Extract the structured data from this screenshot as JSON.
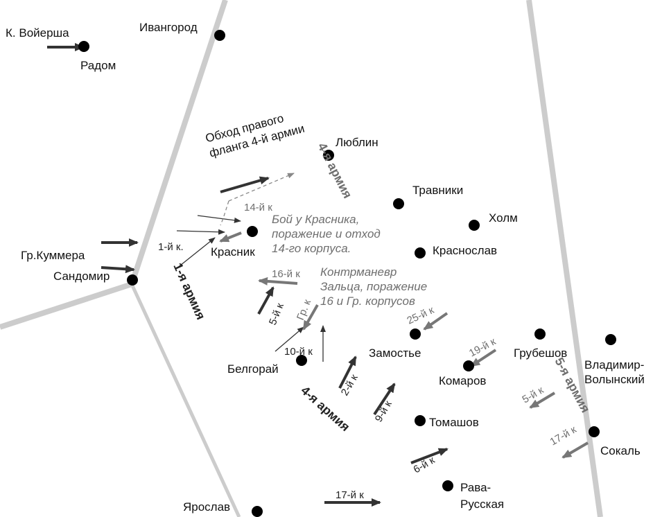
{
  "colors": {
    "border": "#cccccc",
    "russian": "#333333",
    "austrian": "#777777",
    "grey_text": "#6e6e6e",
    "city": "#000000"
  },
  "cities": {
    "voyersha": "К. Войерша",
    "radom": "Радом",
    "ivangorod": "Ивангород",
    "lublin": "Люблин",
    "travniki": "Травники",
    "kholm": "Холм",
    "krasnik": "Красник",
    "krasnoslav": "Краснослав",
    "kummer": "Гр.Куммера",
    "sandomir": "Сандомир",
    "belgorai": "Белгорай",
    "zamoste": "Замостье",
    "grubeshov": "Грубешов",
    "vladimir_1": "Владимир-",
    "vladimir_2": "Волынский",
    "komarov": "Комаров",
    "tomashov": "Томашов",
    "sokal": "Сокаль",
    "rava_1": "Рава-",
    "rava_2": "Русская",
    "yaroslav": "Ярослав"
  },
  "annotations": {
    "flank_1": "Обход правого",
    "flank_2": "фланга 4-й армии",
    "krasnik_1": "Бой у Красника,",
    "krasnik_2": "поражение и отход",
    "krasnik_3": "14-го корпуса.",
    "salza_1": "Контрманевр",
    "salza_2": "Зальца, поражение",
    "salza_3": "16 и Гр. корпусов"
  },
  "armies": {
    "fourth_north": "4-я армия",
    "first": "1-я армия",
    "fourth_south": "4-я армия",
    "fifth": "5-я армия"
  },
  "corps": {
    "c1": "1-й к.",
    "c14": "14-й к",
    "c16": "16-й к",
    "c5": "5-й к",
    "cgr": "Гр. к",
    "c10": "10-й к",
    "c25": "25-й к",
    "c2": "2-й к",
    "c9": "9-й к",
    "c19": "19-й к",
    "c5b": "5-й к",
    "c17": "17-й к",
    "c6": "6-й к",
    "c17b": "17-й к"
  }
}
